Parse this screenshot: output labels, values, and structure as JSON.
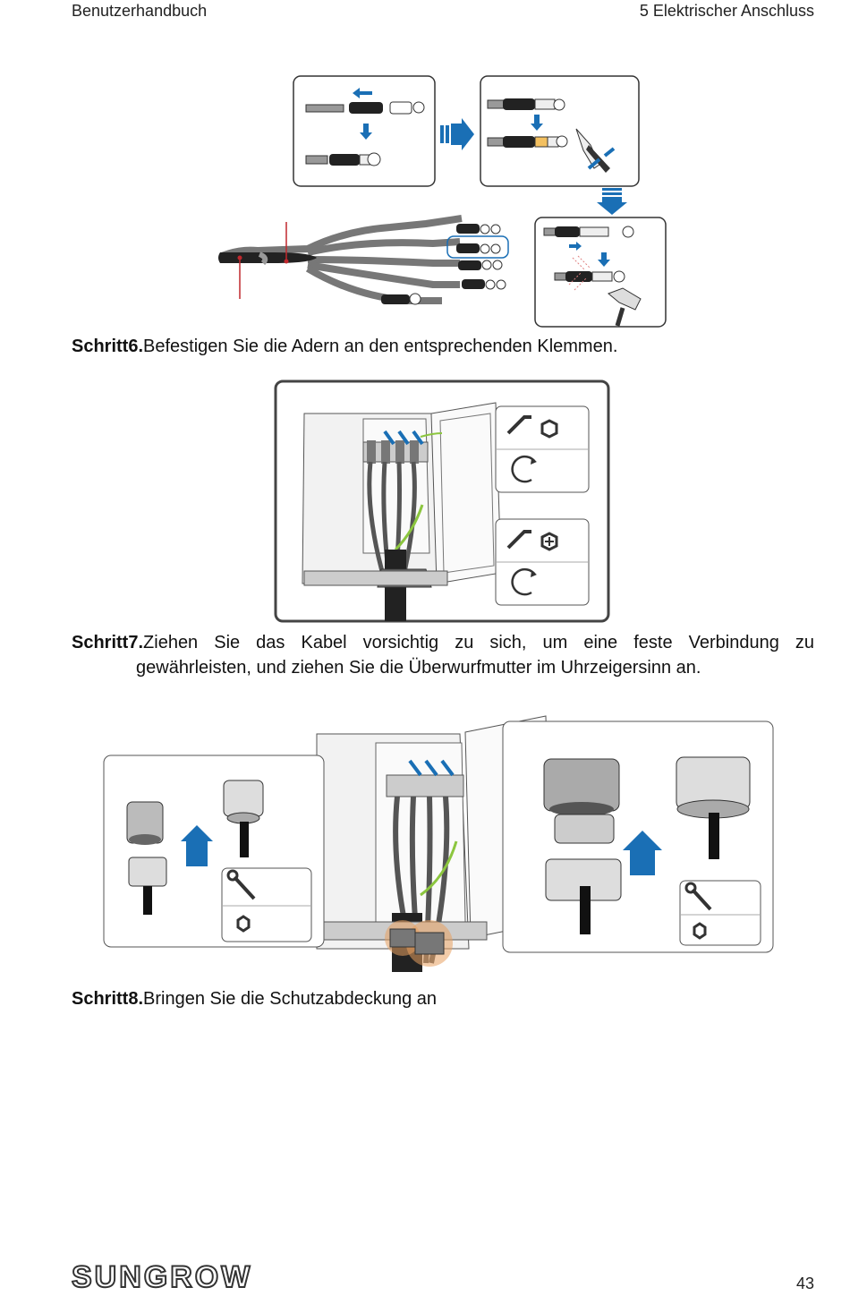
{
  "header": {
    "left": "Benutzerhandbuch",
    "right": "5 Elektrischer Anschluss"
  },
  "steps": [
    {
      "label": "Schritt6.",
      "text": "Befestigen Sie die Adern an den entsprechenden Klemmen."
    },
    {
      "label": "Schritt7.",
      "line1": "Ziehen Sie das Kabel vorsichtig zu sich, um eine feste Verbindung zu",
      "line2": "gewährleisten, und ziehen Sie die Überwurfmutter im Uhrzeigersinn an."
    },
    {
      "label": "Schritt8.",
      "text": "Bringen Sie die Schutzabdeckung an"
    }
  ],
  "footer": {
    "logo": "SUNGROW",
    "page_number": "43"
  },
  "colors": {
    "accent_blue": "#1a6fb5",
    "warning_red": "#c0282d",
    "ground_green": "#8cc63f",
    "highlight_orange": "#e8a060"
  },
  "icons": [
    "arrow-icon",
    "crimp-tool-icon",
    "heat-gun-icon",
    "hex-nut-icon",
    "rotate-icon",
    "wrench-icon",
    "allen-key-icon",
    "screw-icon"
  ]
}
